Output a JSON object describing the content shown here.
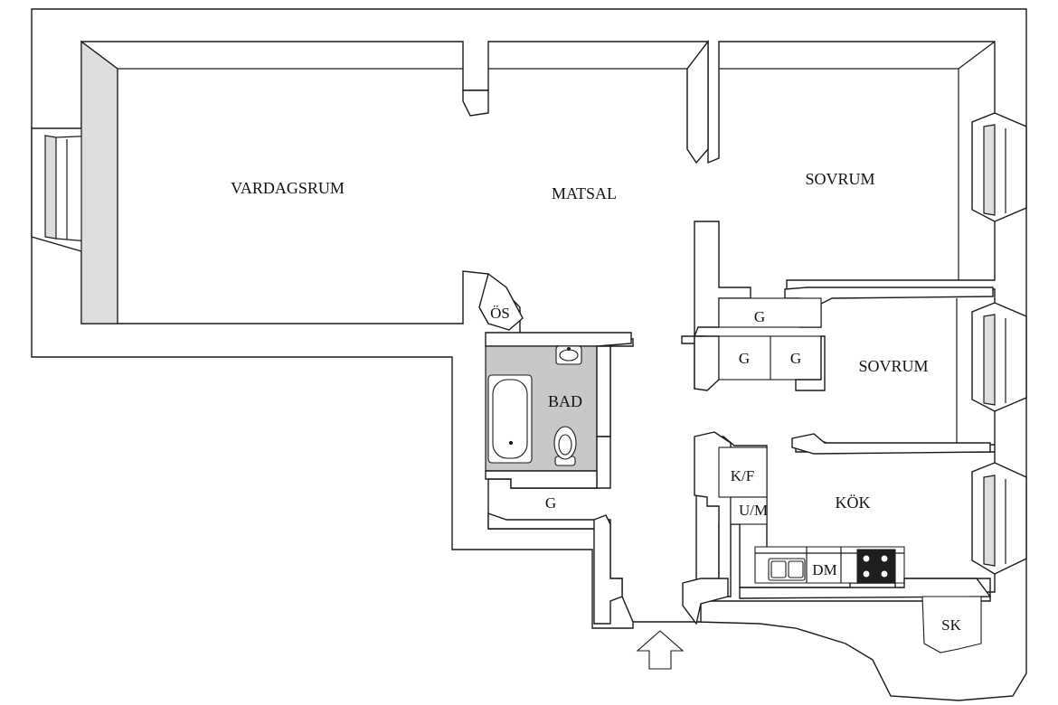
{
  "rooms": {
    "vardagsrum": "VARDAGSRUM",
    "matsal": "MATSAL",
    "sovrum_1": "SOVRUM",
    "sovrum_2": "SOVRUM",
    "bad": "BAD",
    "kok": "KÖK"
  },
  "storage": {
    "os": "ÖS",
    "g_hall_top": "G",
    "g_hall_left": "G",
    "g_hall_right": "G",
    "g_bath": "G",
    "kf": "K/F",
    "um": "U/M",
    "dm": "DM",
    "sk": "SK"
  },
  "icons": {
    "entrance": "entrance-arrow-icon"
  }
}
